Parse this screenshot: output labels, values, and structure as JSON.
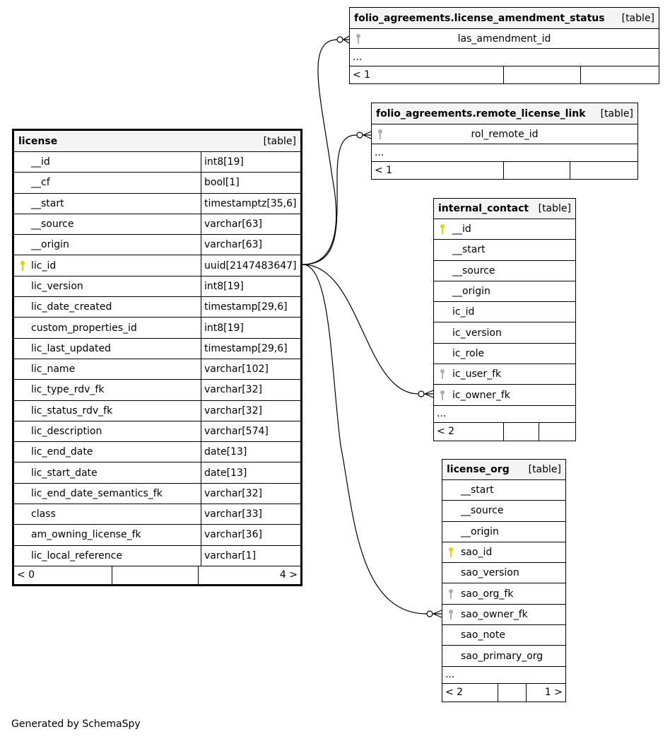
{
  "tables": [
    {
      "id": "license",
      "name": "license",
      "tag": "[table]",
      "main": true,
      "columns": [
        {
          "name": "__id",
          "type": "int8[19]"
        },
        {
          "name": "__cf",
          "type": "bool[1]"
        },
        {
          "name": "__start",
          "type": "timestamptz[35,6]"
        },
        {
          "name": "__source",
          "type": "varchar[63]"
        },
        {
          "name": "__origin",
          "type": "varchar[63]"
        },
        {
          "name": "lic_id",
          "type": "uuid[2147483647]",
          "key": "primary"
        },
        {
          "name": "lic_version",
          "type": "int8[19]"
        },
        {
          "name": "lic_date_created",
          "type": "timestamp[29,6]"
        },
        {
          "name": "custom_properties_id",
          "type": "int8[19]"
        },
        {
          "name": "lic_last_updated",
          "type": "timestamp[29,6]"
        },
        {
          "name": "lic_name",
          "type": "varchar[102]"
        },
        {
          "name": "lic_type_rdv_fk",
          "type": "varchar[32]"
        },
        {
          "name": "lic_status_rdv_fk",
          "type": "varchar[32]"
        },
        {
          "name": "lic_description",
          "type": "varchar[574]"
        },
        {
          "name": "lic_end_date",
          "type": "date[13]"
        },
        {
          "name": "lic_start_date",
          "type": "date[13]"
        },
        {
          "name": "lic_end_date_semantics_fk",
          "type": "varchar[32]"
        },
        {
          "name": "class",
          "type": "varchar[33]"
        },
        {
          "name": "am_owning_license_fk",
          "type": "varchar[36]"
        },
        {
          "name": "lic_local_reference",
          "type": "varchar[1]"
        }
      ],
      "footer": [
        "< 0",
        "",
        "4 >"
      ]
    },
    {
      "id": "las",
      "name": "folio_agreements.license_amendment_status",
      "tag": "[table]",
      "columns": [
        {
          "name": "las_amendment_id",
          "key": "foreign",
          "center": true
        }
      ],
      "ellipsis": "...",
      "footer": [
        "< 1",
        "",
        ""
      ]
    },
    {
      "id": "rll",
      "name": "folio_agreements.remote_license_link",
      "tag": "[table]",
      "columns": [
        {
          "name": "rol_remote_id",
          "key": "foreign",
          "center": true
        }
      ],
      "ellipsis": "...",
      "footer": [
        "< 1",
        "",
        ""
      ]
    },
    {
      "id": "ic",
      "name": "internal_contact",
      "tag": "[table]",
      "columns": [
        {
          "name": "__id",
          "key": "primary"
        },
        {
          "name": "__start"
        },
        {
          "name": "__source"
        },
        {
          "name": "__origin"
        },
        {
          "name": "ic_id"
        },
        {
          "name": "ic_version"
        },
        {
          "name": "ic_role"
        },
        {
          "name": "ic_user_fk",
          "key": "foreign"
        },
        {
          "name": "ic_owner_fk",
          "key": "foreign"
        }
      ],
      "ellipsis": "...",
      "footer": [
        "< 2",
        "",
        ""
      ]
    },
    {
      "id": "lo",
      "name": "license_org",
      "tag": "[table]",
      "columns": [
        {
          "name": "__start"
        },
        {
          "name": "__source"
        },
        {
          "name": "__origin"
        },
        {
          "name": "sao_id",
          "key": "primary"
        },
        {
          "name": "sao_version"
        },
        {
          "name": "sao_org_fk",
          "key": "foreign"
        },
        {
          "name": "sao_owner_fk",
          "key": "foreign"
        },
        {
          "name": "sao_note"
        },
        {
          "name": "sao_primary_org"
        }
      ],
      "ellipsis": "...",
      "footer": [
        "< 2",
        "",
        "1 >"
      ]
    }
  ],
  "colors": {
    "primary_key": "#d8d800",
    "foreign_key": "#b0b0b0",
    "header_bg": "#f4f4f4"
  },
  "generated_by": "Generated by SchemaSpy"
}
